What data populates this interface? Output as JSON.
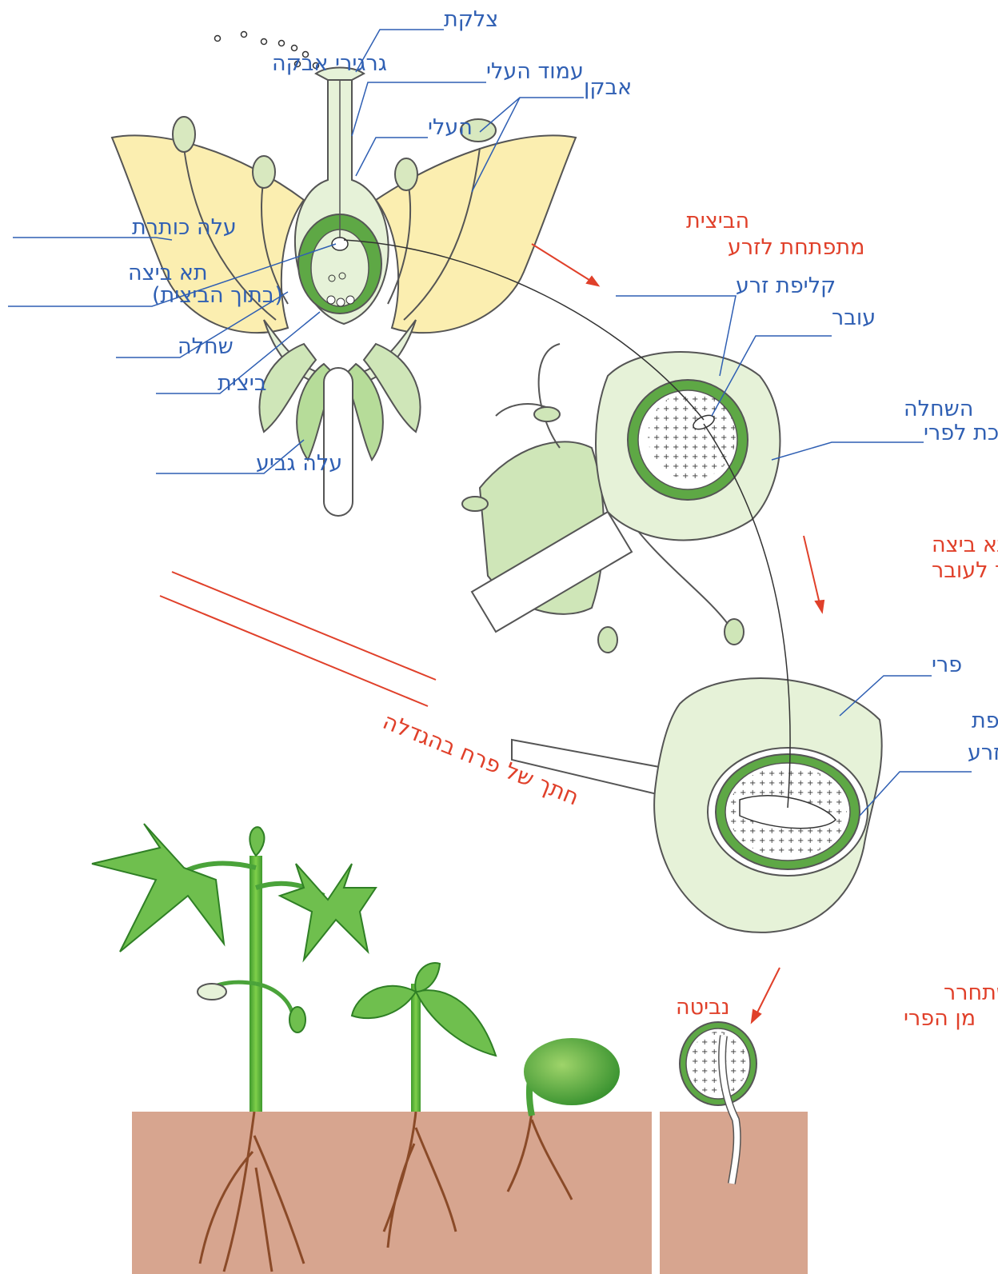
{
  "labels": {
    "stigma": "צלקת",
    "pollen_grains": "גרגירי אבקה",
    "style": "עמוד העלי",
    "anther": "אבקן",
    "pistil": "העלי",
    "petal": "עלה כותרת",
    "egg_cell_line1": "תא ביצה",
    "egg_cell_line2": "(בתוך הביצית)",
    "ovary": "שחלה",
    "ovule": "ביצית",
    "sepal": "עלה גביע",
    "seed_coat": "קליפת זרע",
    "embryo": "עובר",
    "ovary_to_fruit_line1": "השחלה",
    "ovary_to_fruit_line2": "הופכת לפרי",
    "fruit": "פרי",
    "fruit_seed_coat_line1": "קליפת",
    "fruit_seed_coat_line2": "הזרע"
  },
  "steps": {
    "ovule_to_seed_line1": "הביצית",
    "ovule_to_seed_line2": "מתפתחת לזרע",
    "egg_to_embryo_line1": "תא ביצה",
    "egg_to_embryo_line2": "הופך לעובר",
    "seed_release_line1": "הזרע משתחרר",
    "seed_release_line2": "מן הפרי",
    "germination": "נביטה",
    "caption": "חתך של פרח בהגדלה"
  },
  "colors": {
    "label_text": "#2f5fb3",
    "step_text": "#e0402a",
    "petal": "#fbeeb0",
    "light_green": "#e6f2d8",
    "dark_green": "#5ea845",
    "soil": "#d7a58f"
  }
}
